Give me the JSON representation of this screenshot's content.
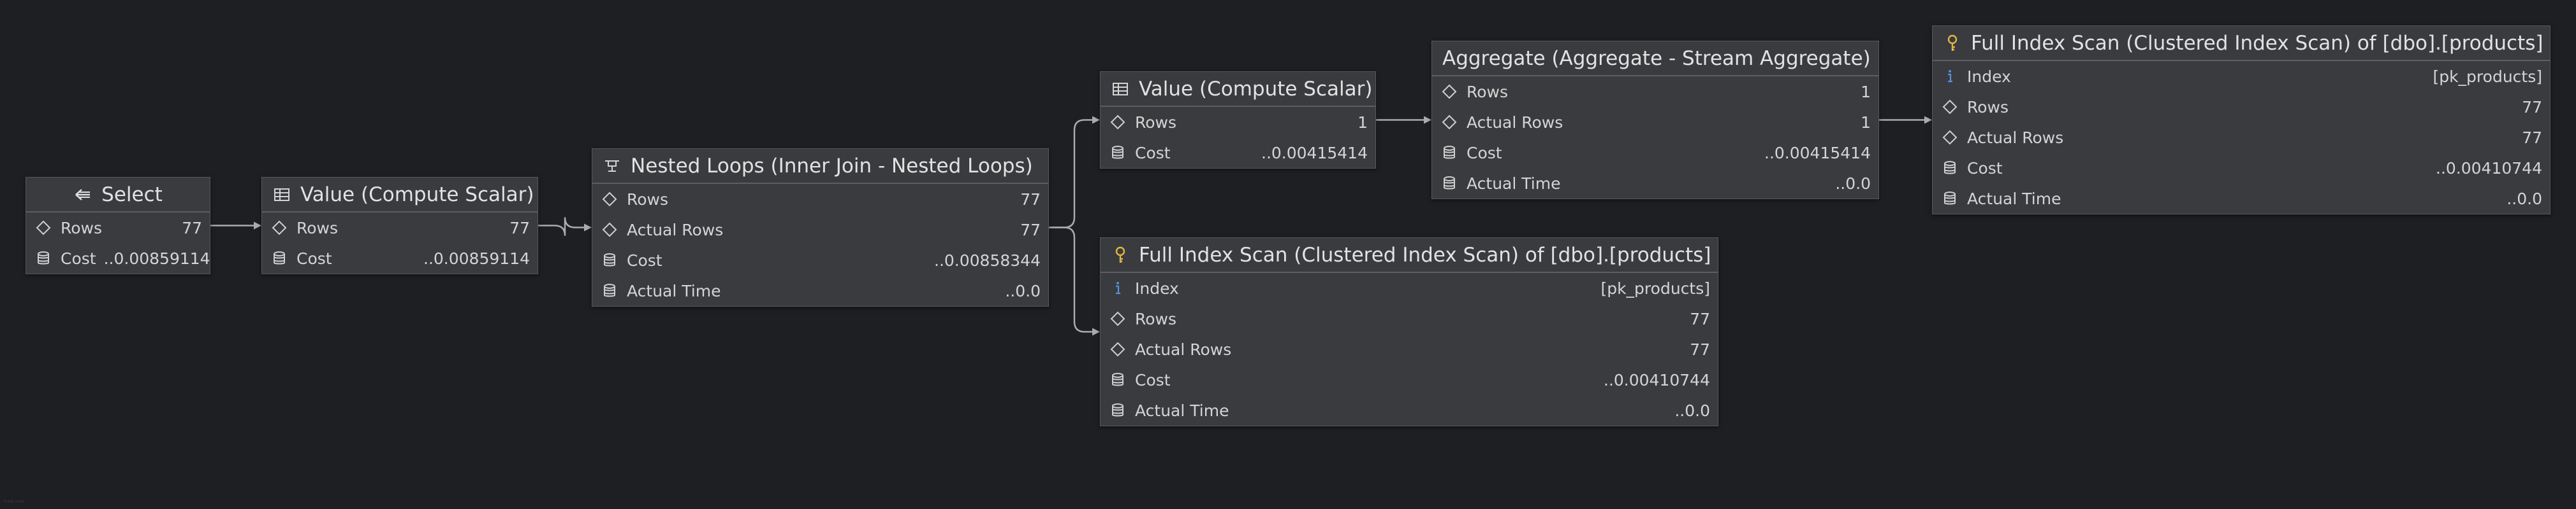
{
  "footer_mark": "ᴾᴸᴬᴺ ᵛᴵᴱᵂ",
  "nodes": {
    "select": {
      "title": "Select",
      "icon": "arrow-left-icon",
      "rows": [
        {
          "icon": "diamond-icon",
          "key": "Rows",
          "value": "77"
        },
        {
          "icon": "database-icon",
          "key": "Cost",
          "value": "..0.00859114"
        }
      ]
    },
    "compute_scalar_1": {
      "title": "Value (Compute Scalar)",
      "icon": "table-icon",
      "rows": [
        {
          "icon": "diamond-icon",
          "key": "Rows",
          "value": "77"
        },
        {
          "icon": "database-icon",
          "key": "Cost",
          "value": "..0.00859114"
        }
      ]
    },
    "nested_loops": {
      "title": "Nested Loops (Inner Join - Nested Loops)",
      "icon": "nested-loops-icon",
      "rows": [
        {
          "icon": "diamond-icon",
          "key": "Rows",
          "value": "77"
        },
        {
          "icon": "diamond-icon",
          "key": "Actual Rows",
          "value": "77"
        },
        {
          "icon": "database-icon",
          "key": "Cost",
          "value": "..0.00858344"
        },
        {
          "icon": "database-icon",
          "key": "Actual Time",
          "value": "..0.0"
        }
      ]
    },
    "compute_scalar_2": {
      "title": "Value (Compute Scalar)",
      "icon": "table-icon",
      "rows": [
        {
          "icon": "diamond-icon",
          "key": "Rows",
          "value": "1"
        },
        {
          "icon": "database-icon",
          "key": "Cost",
          "value": "..0.00415414"
        }
      ]
    },
    "aggregate": {
      "title": "Aggregate (Aggregate - Stream Aggregate)",
      "icon": "",
      "rows": [
        {
          "icon": "diamond-icon",
          "key": "Rows",
          "value": "1"
        },
        {
          "icon": "diamond-icon",
          "key": "Actual Rows",
          "value": "1"
        },
        {
          "icon": "database-icon",
          "key": "Cost",
          "value": "..0.00415414"
        },
        {
          "icon": "database-icon",
          "key": "Actual Time",
          "value": "..0.0"
        }
      ]
    },
    "index_scan_top": {
      "title": "Full Index Scan (Clustered Index Scan) of [dbo].[products]",
      "icon": "key-icon",
      "rows": [
        {
          "icon": "info-icon",
          "key": "Index",
          "value": "[pk_products]"
        },
        {
          "icon": "diamond-icon",
          "key": "Rows",
          "value": "77"
        },
        {
          "icon": "diamond-icon",
          "key": "Actual Rows",
          "value": "77"
        },
        {
          "icon": "database-icon",
          "key": "Cost",
          "value": "..0.00410744"
        },
        {
          "icon": "database-icon",
          "key": "Actual Time",
          "value": "..0.0"
        }
      ]
    },
    "index_scan_bottom": {
      "title": "Full Index Scan (Clustered Index Scan) of [dbo].[products]",
      "icon": "key-icon",
      "rows": [
        {
          "icon": "info-icon",
          "key": "Index",
          "value": "[pk_products]"
        },
        {
          "icon": "diamond-icon",
          "key": "Rows",
          "value": "77"
        },
        {
          "icon": "diamond-icon",
          "key": "Actual Rows",
          "value": "77"
        },
        {
          "icon": "database-icon",
          "key": "Cost",
          "value": "..0.00410744"
        },
        {
          "icon": "database-icon",
          "key": "Actual Time",
          "value": "..0.0"
        }
      ]
    }
  },
  "colors": {
    "background": "#1e1f22",
    "node_bg": "#3a3b3e",
    "edge": "#a9abad",
    "key_icon": "#e0b545",
    "info_icon": "#5b8fd9"
  }
}
